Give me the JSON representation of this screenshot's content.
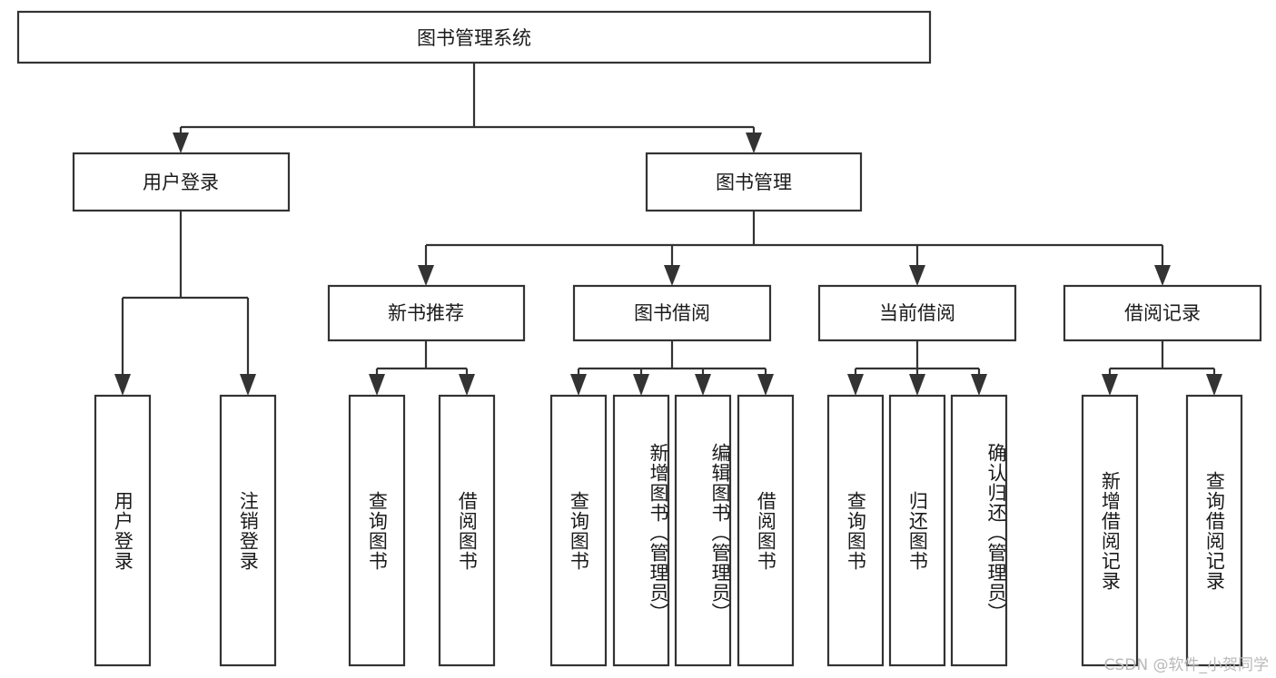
{
  "diagram": {
    "type": "tree",
    "title": "图书管理系统",
    "watermark": "CSDN @软件_小贺同学",
    "colors": {
      "stroke": "#333333",
      "fill": "#ffffff",
      "text": "#1a1a1a",
      "watermark": "#b9b9b9"
    },
    "levels": {
      "root": {
        "label": "图书管理系统"
      },
      "level2": [
        {
          "label": "用户登录"
        },
        {
          "label": "图书管理"
        }
      ],
      "level3": [
        {
          "label": "新书推荐"
        },
        {
          "label": "图书借阅"
        },
        {
          "label": "当前借阅"
        },
        {
          "label": "借阅记录"
        }
      ],
      "leaves": {
        "user_login": [
          {
            "label": "用户登录"
          },
          {
            "label": "注销登录"
          }
        ],
        "new_book_recommend": [
          {
            "label": "查询图书"
          },
          {
            "label": "借阅图书"
          }
        ],
        "book_borrow": [
          {
            "label": "查询图书"
          },
          {
            "label": "新增图书（管理员）"
          },
          {
            "label": "编辑图书（管理员）"
          },
          {
            "label": "借阅图书"
          }
        ],
        "current_borrow": [
          {
            "label": "查询图书"
          },
          {
            "label": "归还图书"
          },
          {
            "label": "确认归还（管理员）"
          }
        ],
        "borrow_record": [
          {
            "label": "新增借阅记录"
          },
          {
            "label": "查询借阅记录"
          }
        ]
      }
    }
  }
}
